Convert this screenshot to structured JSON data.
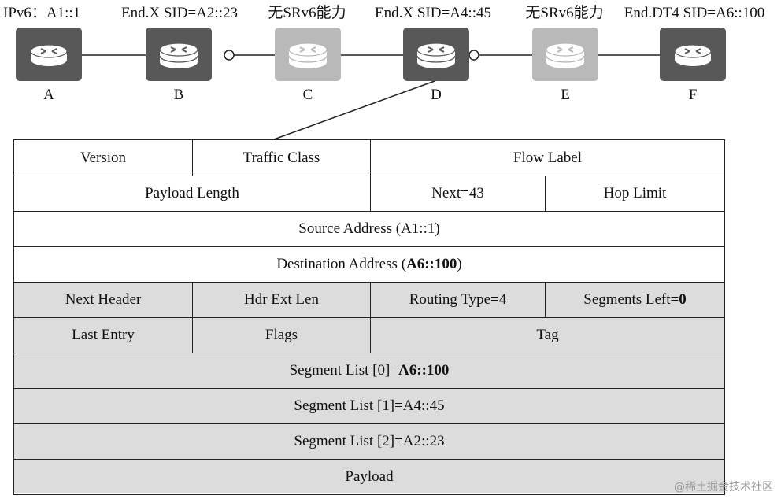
{
  "colors": {
    "router_dark": "#585858",
    "router_light": "#b9b9b9",
    "ext_header_fill": "#dcdcdc"
  },
  "nodes": [
    {
      "letter": "A",
      "label": "IPv6：A1::1",
      "style": "dark"
    },
    {
      "letter": "B",
      "label": "End.X SID=A2::23",
      "style": "dark"
    },
    {
      "letter": "C",
      "label": "无SRv6能力",
      "style": "light"
    },
    {
      "letter": "D",
      "label": "End.X SID=A4::45",
      "style": "dark"
    },
    {
      "letter": "E",
      "label": "无SRv6能力",
      "style": "light"
    },
    {
      "letter": "F",
      "label": "End.DT4 SID=A6::100",
      "style": "dark"
    }
  ],
  "packet": {
    "version": "Version",
    "traffic_class": "Traffic Class",
    "flow_label": "Flow Label",
    "payload_length": "Payload Length",
    "next": "Next=43",
    "hop_limit": "Hop Limit",
    "src_prefix": "Source Address (A1::1)",
    "dst_prefix": "Destination Address (",
    "dst_value": "A6::100",
    "dst_suffix": ")",
    "next_header": "Next Header",
    "hdr_ext_len": "Hdr Ext Len",
    "routing_type": "Routing Type=4",
    "segments_left_prefix": "Segments Left=",
    "segments_left_value": "0",
    "last_entry": "Last Entry",
    "flags": "Flags",
    "tag": "Tag",
    "seg0_prefix": "Segment List [0]=",
    "seg0_value": "A6::100",
    "seg1": "Segment List [1]=A4::45",
    "seg2": "Segment List [2]=A2::23",
    "payload": "Payload"
  },
  "watermark": "@稀土掘金技术社区"
}
